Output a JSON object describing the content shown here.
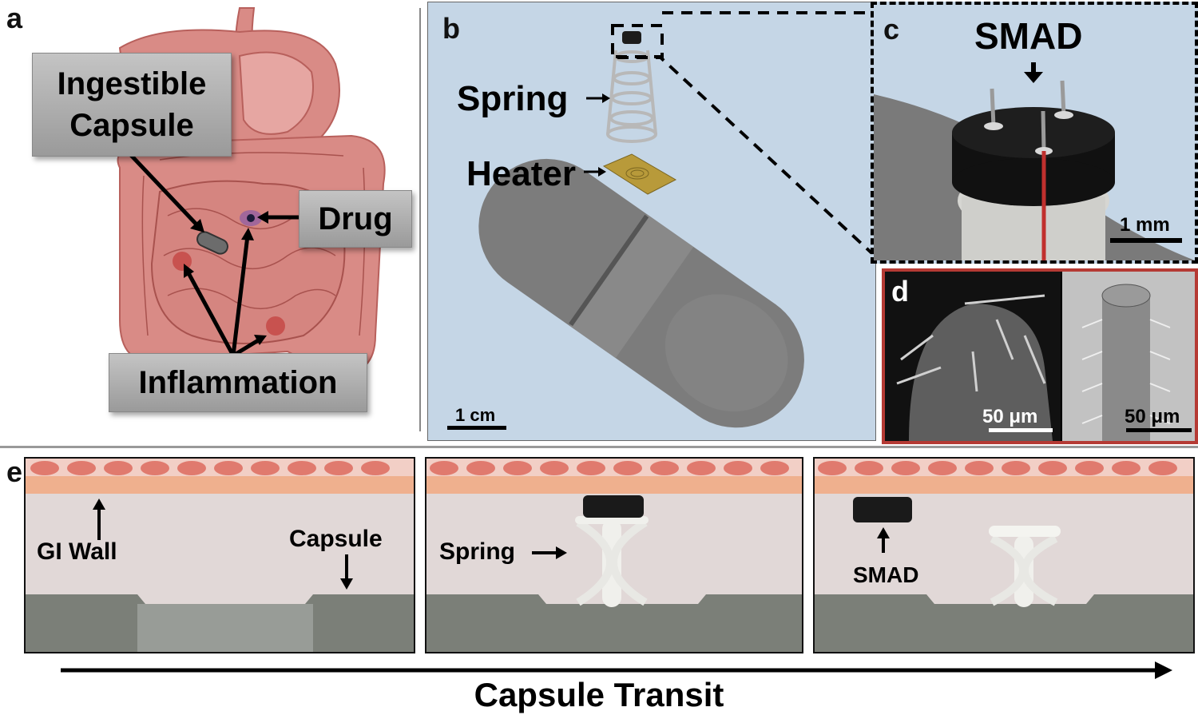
{
  "panels": {
    "a": {
      "letter": "a",
      "labels": {
        "capsule": "Ingestible Capsule",
        "drug": "Drug",
        "inflammation": "Inflammation"
      }
    },
    "b": {
      "letter": "b",
      "labels": {
        "spring": "Spring",
        "heater": "Heater"
      },
      "scale_bar": "1 cm"
    },
    "c": {
      "letter": "c",
      "title": "SMAD",
      "scale_bar": "1 mm"
    },
    "d": {
      "letter": "d",
      "scale_left": "50 μm",
      "scale_right": "50 μm"
    },
    "e": {
      "letter": "e",
      "frames": [
        {
          "labels": [
            "GI Wall",
            "Capsule"
          ]
        },
        {
          "labels": [
            "Spring"
          ]
        },
        {
          "labels": [
            "SMAD"
          ]
        }
      ],
      "axis_label": "Capsule Transit"
    }
  },
  "colors": {
    "background_blue": "#c5d6e6",
    "tissue": "#d98b86",
    "cell": "#e07a6e",
    "highlight_red": "#c0302e",
    "capsule_gray": "#7a7a7a"
  }
}
